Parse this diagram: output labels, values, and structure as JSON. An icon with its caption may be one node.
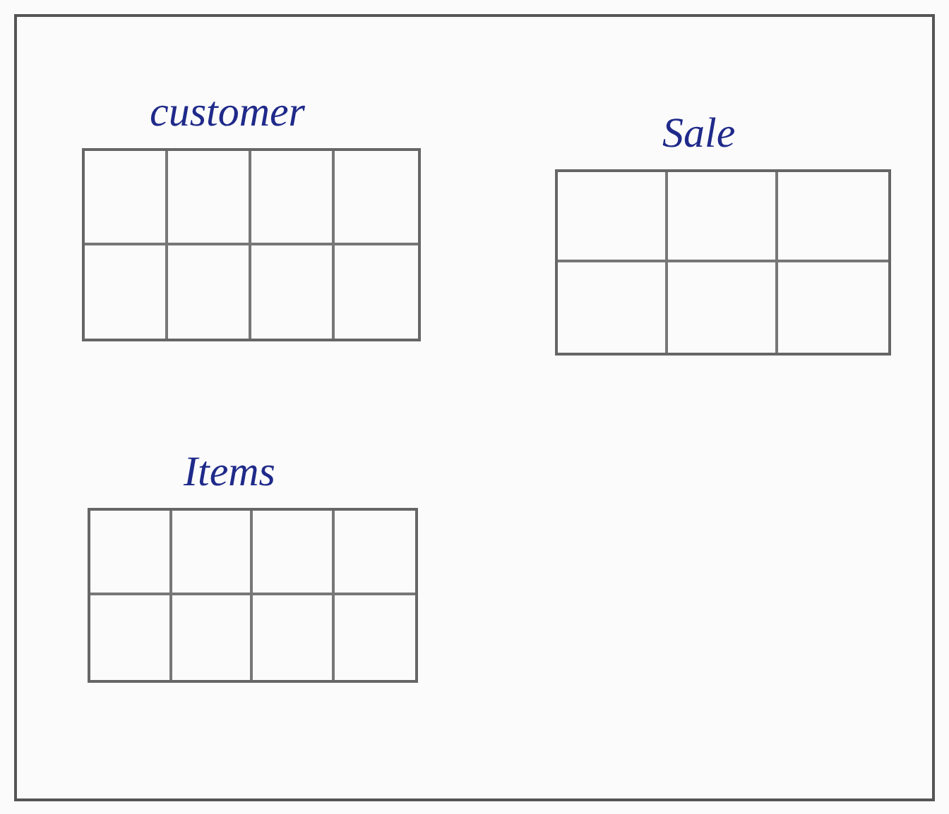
{
  "diagram": {
    "nodes": [
      {
        "text": [
          "customer"
        ]
      },
      {
        "text": [
          "Sale"
        ]
      },
      {
        "text": [
          "Items"
        ]
      }
    ]
  }
}
